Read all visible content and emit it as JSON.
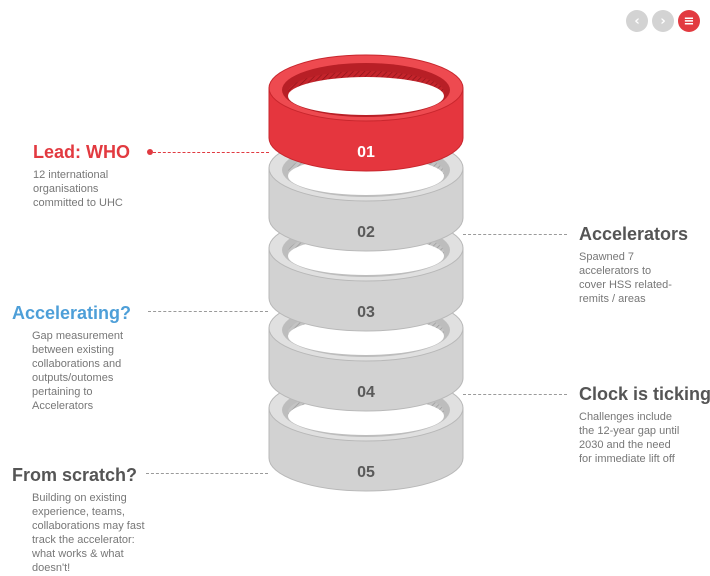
{
  "nav": {
    "prev_icon": "chevron-left-icon",
    "next_icon": "chevron-right-icon",
    "menu_icon": "hamburger-menu-icon"
  },
  "colors": {
    "accent_red": "#e23a40",
    "accent_blue": "#4e9fd8",
    "heading_gray": "#555555",
    "ring_gray": "#d0d0d0"
  },
  "rings": [
    {
      "number": "01",
      "highlighted": true
    },
    {
      "number": "02",
      "highlighted": false
    },
    {
      "number": "03",
      "highlighted": false
    },
    {
      "number": "04",
      "highlighted": false
    },
    {
      "number": "05",
      "highlighted": false
    }
  ],
  "annotations": {
    "lead": {
      "heading": "Lead: WHO",
      "body": "12 international organisations committed to UHC"
    },
    "accelerators": {
      "heading": "Accelerators",
      "body": "Spawned 7 accelerators to cover HSS related-remits / areas"
    },
    "accelerating": {
      "heading": "Accelerating?",
      "body": "Gap measurement between existing collaborations and outputs/outomes pertaining to Accelerators"
    },
    "clock": {
      "heading": "Clock is ticking",
      "body": "Challenges include the 12-year gap until 2030 and the need for immediate lift off"
    },
    "scratch": {
      "heading": "From scratch?",
      "body": "Building on existing experience, teams, collaborations may fast track the accelerator: what works & what doesn't!"
    }
  }
}
